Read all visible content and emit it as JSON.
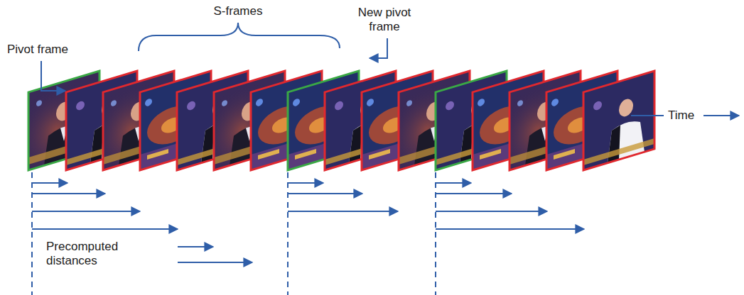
{
  "diagram": {
    "labels": [
      "Pivot frame",
      "S-frames",
      "New pivot frame",
      "Time",
      "Precomputed distances"
    ]
  }
}
